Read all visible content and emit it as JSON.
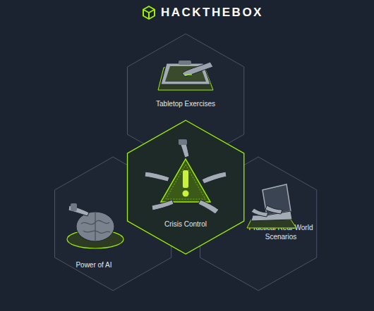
{
  "diagram": {
    "nodes": [
      {
        "text": [
          "Tabletop Exercises"
        ]
      },
      {
        "text": [
          "Crisis Control"
        ]
      },
      {
        "text": [
          "Power of AI"
        ]
      },
      {
        "text": [
          "Practical Real-World Scenarios"
        ]
      }
    ],
    "labels": [
      "HACKTHEBOX"
    ]
  }
}
